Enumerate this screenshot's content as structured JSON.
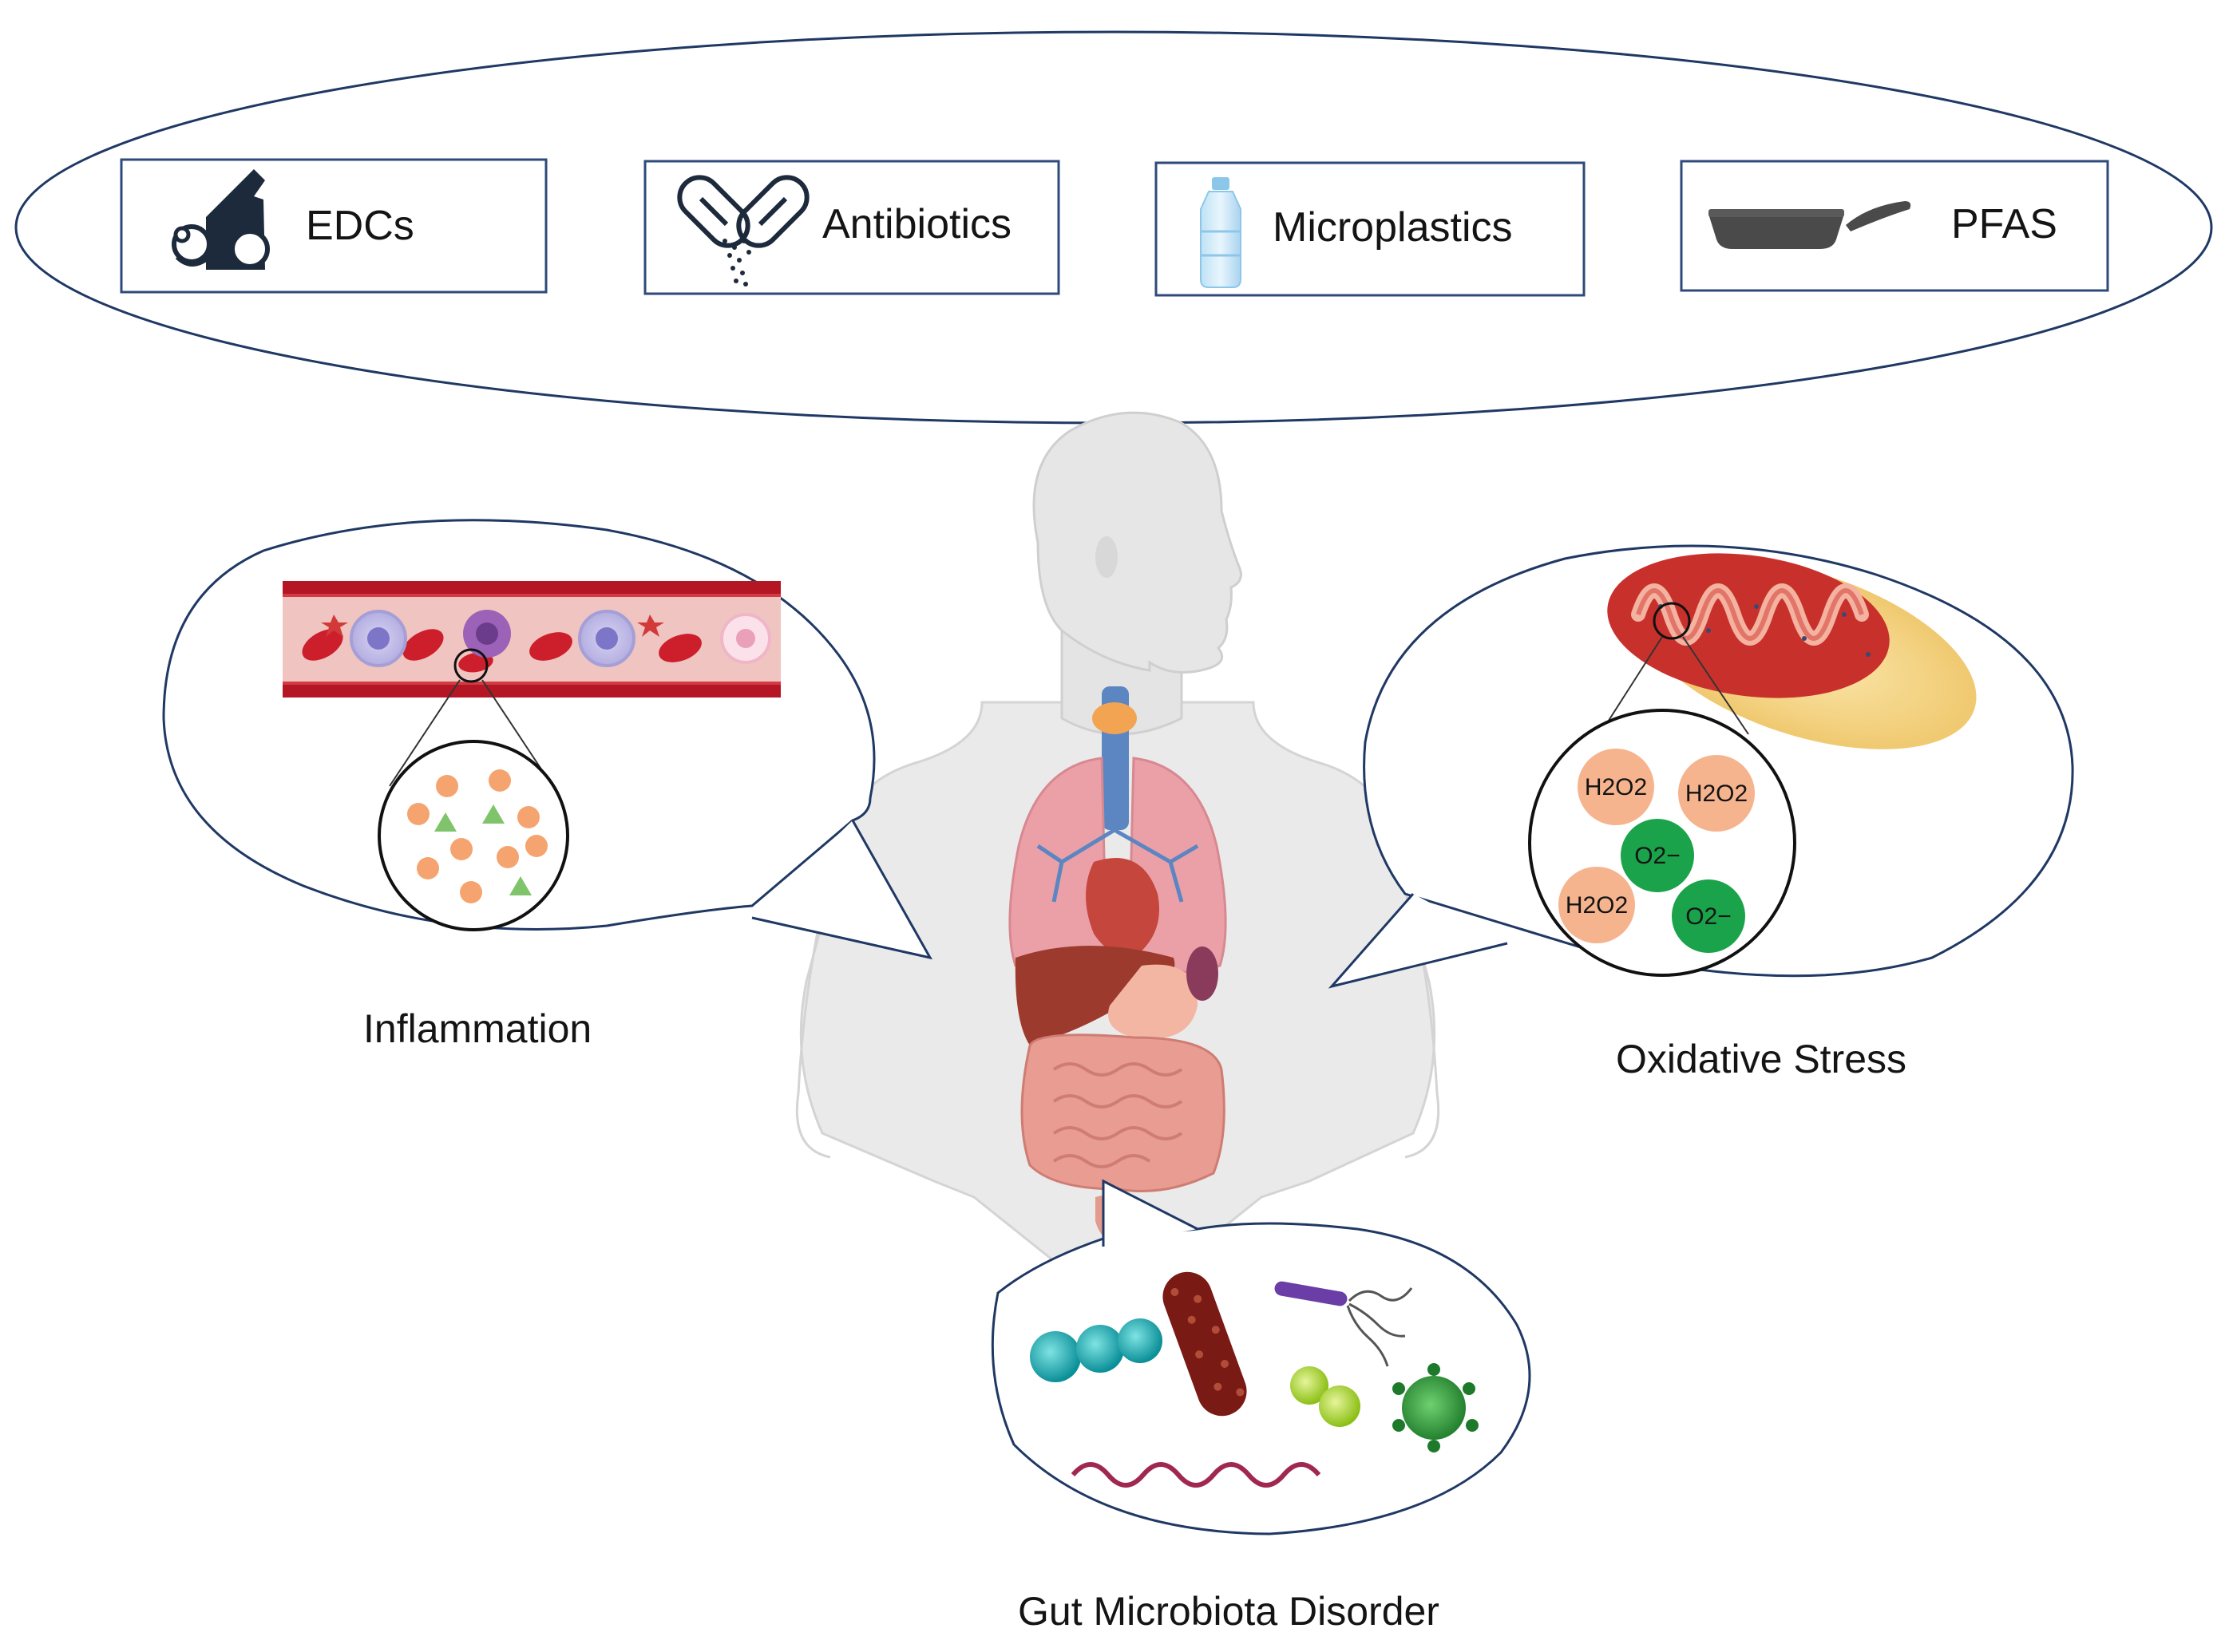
{
  "exposures": {
    "items": [
      {
        "label": "EDCs",
        "icon": "pacifier-bottle-icon"
      },
      {
        "label": "Antibiotics",
        "icon": "capsule-icon"
      },
      {
        "label": "Microplastics",
        "icon": "plastic-bottle-icon"
      },
      {
        "label": "PFAS",
        "icon": "frying-pan-icon"
      }
    ]
  },
  "effects": {
    "inflammation": {
      "label": "Inflammation"
    },
    "oxidative_stress": {
      "label": "Oxidative Stress",
      "molecules": [
        "H2O2",
        "H2O2",
        "O2−",
        "H2O2",
        "O2−"
      ]
    },
    "gut": {
      "label": "Gut Microbiota Disorder"
    }
  },
  "colors": {
    "outline": "#1f3864",
    "box_border": "#2e4a7a",
    "vessel_red": "#c8202e",
    "vessel_lumen": "#f2c1bd",
    "ros_orange": "#f6b48e",
    "ros_green": "#1aa34a",
    "cytokine": "#f5a46f",
    "cytokine_triangle": "#7fc46a",
    "body_gray": "#e9e9e9",
    "icon_dark": "#1c2a3c"
  }
}
